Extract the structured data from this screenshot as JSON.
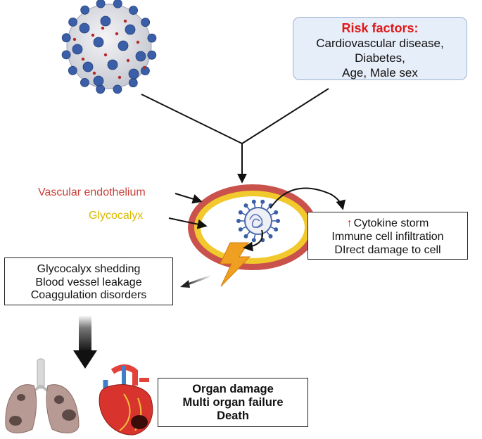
{
  "risk_box": {
    "title": "Risk factors:",
    "lines": [
      "Cardiovascular disease,",
      "Diabetes,",
      "Age, Male sex"
    ]
  },
  "vessel_labels": {
    "vascular": "Vascular endothelium",
    "glycocalyx": "Glycocalyx"
  },
  "cytokine_box": {
    "lines": [
      "Cytokine storm",
      "Immune cell infiltration",
      "DIrect damage to cell"
    ]
  },
  "shedding_box": {
    "lines": [
      "Glycocalyx shedding",
      "Blood vessel leakage",
      "Coaggulation disorders"
    ]
  },
  "organ_box": {
    "lines": [
      "Organ damage",
      "Multi organ failure",
      "Death"
    ]
  },
  "colors": {
    "risk_title": "#e01818",
    "vascular": "#c9423b",
    "glycocalyx": "#d9b800",
    "virus_spike": "#3a5fa8",
    "lightning": "#f0a020"
  },
  "icons": [
    "coronavirus-icon",
    "vessel-cross-section-icon",
    "lightning-icon",
    "lungs-icon",
    "heart-icon",
    "up-arrow-icon"
  ]
}
